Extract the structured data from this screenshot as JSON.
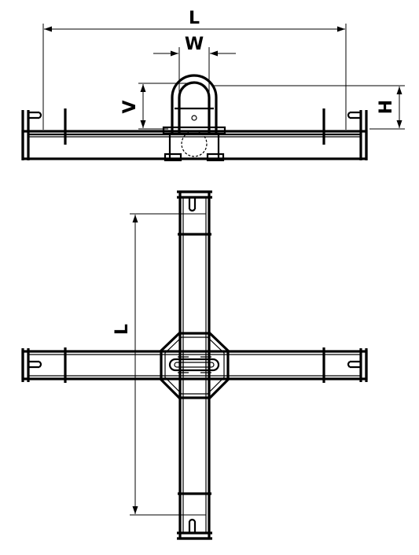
{
  "dimensions": {
    "top_length": "L",
    "width": "W",
    "height": "H",
    "shackle_height": "V",
    "plan_length": "L"
  }
}
